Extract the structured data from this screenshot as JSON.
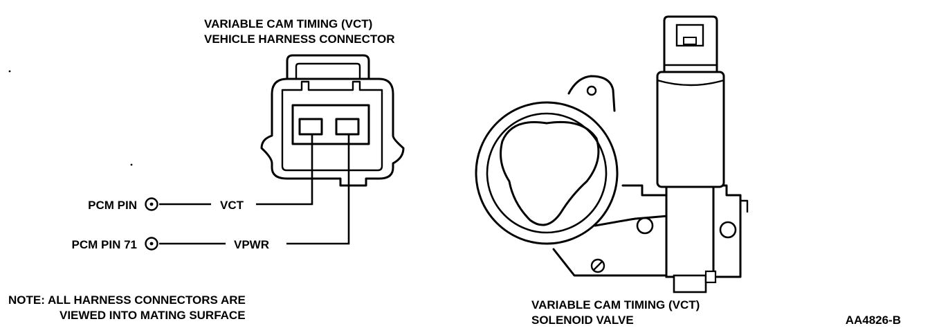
{
  "connector": {
    "title_line1": "VARIABLE CAM TIMING (VCT)",
    "title_line2": "VEHICLE HARNESS CONNECTOR"
  },
  "pins": [
    {
      "pcm_label": "PCM PIN",
      "signal": "VCT"
    },
    {
      "pcm_label": "PCM PIN 71",
      "signal": "VPWR"
    }
  ],
  "note": {
    "line1": "NOTE: ALL HARNESS CONNECTORS ARE",
    "line2": "VIEWED INTO MATING SURFACE"
  },
  "solenoid": {
    "title_line1": "VARIABLE CAM TIMING (VCT)",
    "title_line2": "SOLENOID VALVE"
  },
  "figure_id": "AA4826-B"
}
